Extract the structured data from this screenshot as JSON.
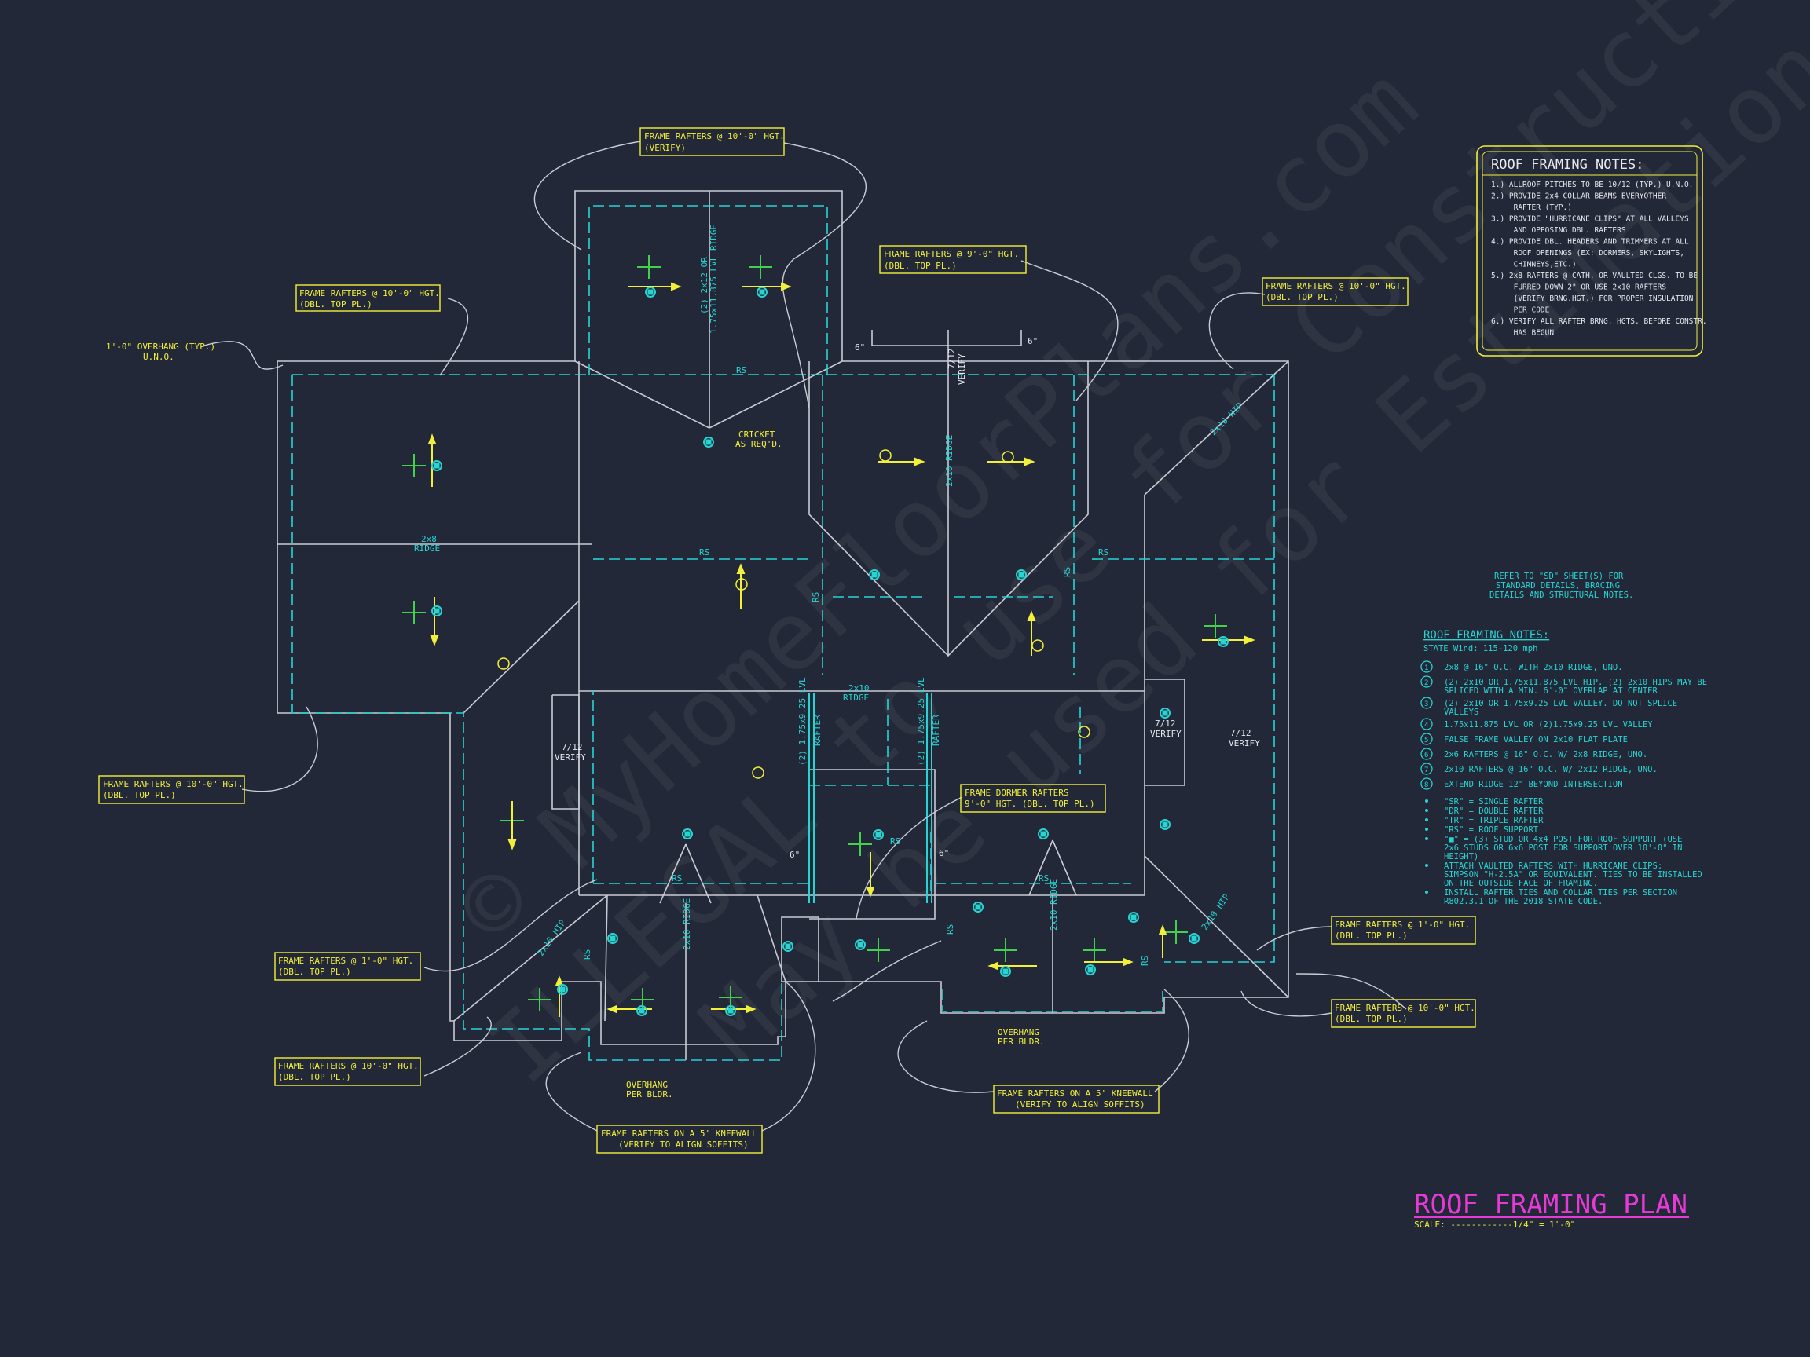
{
  "title": {
    "text": "ROOF FRAMING PLAN",
    "scale": "SCALE: ------------1/4\" = 1'-0\""
  },
  "notes_box": {
    "header": "ROOF FRAMING NOTES:",
    "items": [
      "1.) ALLROOF PITCHES TO BE 10/12 (TYP.) U.N.O.",
      "2.) PROVIDE 2x4 COLLAR BEAMS EVERYOTHER",
      "     RAFTER (TYP.)",
      "3.) PROVIDE \"HURRICANE CLIPS\" AT ALL VALLEYS",
      "     AND OPPOSING DBL. RAFTERS",
      "4.) PROVIDE DBL. HEADERS AND TRIMMERS AT ALL",
      "     ROOF OPENINGS (EX: DORMERS, SKYLIGHTS,",
      "     CHIMNEYS,ETC.)",
      "5.) 2x8 RAFTERS @ CATH. OR VAULTED CLGS. TO BE",
      "     FURRED DOWN 2\" OR USE 2x10 RAFTERS",
      "     (VERIFY BRNG.HGT.) FOR PROPER INSULATION",
      "     PER CODE",
      "6.) VERIFY ALL RAFTER BRNG. HGTS. BEFORE CONSTR.",
      "     HAS BEGUN"
    ]
  },
  "refer_note": [
    "REFER TO \"SD\" SHEET(S) FOR",
    "STANDARD DETAILS, BRACING",
    "DETAILS AND STRUCTURAL NOTES."
  ],
  "cyan_notes": {
    "header": "ROOF FRAMING NOTES:",
    "wind": "STATE Wind: 115-120 mph",
    "numbered": [
      {
        "n": "1",
        "lines": [
          "2x8 @ 16\" O.C. WITH 2x10 RIDGE, UNO."
        ]
      },
      {
        "n": "2",
        "lines": [
          "(2) 2x10 OR 1.75x11.875 LVL HIP. (2) 2x10 HIPS MAY BE",
          "SPLICED WITH A MIN. 6'-0\" OVERLAP AT CENTER"
        ]
      },
      {
        "n": "3",
        "lines": [
          "(2) 2x10 OR 1.75x9.25 LVL VALLEY. DO NOT SPLICE",
          "VALLEYS"
        ]
      },
      {
        "n": "4",
        "lines": [
          "1.75x11.875 LVL OR (2)1.75x9.25 LVL VALLEY"
        ]
      },
      {
        "n": "5",
        "lines": [
          "FALSE FRAME VALLEY ON 2x10 FLAT PLATE"
        ]
      },
      {
        "n": "6",
        "lines": [
          "2x6 RAFTERS @ 16\" O.C. W/ 2x8 RIDGE, UNO."
        ]
      },
      {
        "n": "7",
        "lines": [
          "2x10 RAFTERS @ 16\" O.C. W/ 2x12 RIDGE, UNO."
        ]
      },
      {
        "n": "8",
        "lines": [
          "EXTEND RIDGE 12\" BEYOND INTERSECTION"
        ]
      }
    ],
    "bullets": [
      [
        "\"SR\" = SINGLE RAFTER"
      ],
      [
        "\"DR\" = DOUBLE RAFTER"
      ],
      [
        "\"TR\" = TRIPLE RAFTER"
      ],
      [
        "\"RS\" = ROOF SUPPORT"
      ],
      [
        "\"■\" = (3) STUD OR 4x4 POST FOR ROOF SUPPORT (USE",
        "2x6 STUDS OR 6x6 POST FOR SUPPORT OVER 10'-0\" IN",
        "HEIGHT)"
      ],
      [
        "ATTACH VAULTED RAFTERS WITH HURRICANE CLIPS:",
        "SIMPSON \"H-2.5A\" OR EQUIVALENT. TIES TO BE INSTALLED",
        "ON THE OUTSIDE FACE OF FRAMING."
      ],
      [
        "INSTALL RAFTER TIES AND COLLAR TIES PER SECTION",
        "R802.3.1 OF THE 2018 STATE CODE."
      ]
    ]
  },
  "callouts": {
    "top_center": [
      "FRAME RAFTERS @ 10'-0\" HGT.",
      "(VERIFY)"
    ],
    "top_left": [
      "FRAME RAFTERS @ 10'-0\" HGT.",
      "(DBL. TOP PL.)"
    ],
    "center_9ft": [
      "FRAME RAFTERS @ 9'-0\" HGT.",
      "(DBL. TOP PL.)"
    ],
    "top_right": [
      "FRAME RAFTERS @ 10'-0\" HGT.",
      "(DBL. TOP PL.)"
    ],
    "left_mid": [
      "FRAME RAFTERS @ 10'-0\" HGT.",
      "(DBL. TOP PL.)"
    ],
    "dormer": [
      "FRAME DORMER RAFTERS",
      "9'-0\" HGT. (DBL. TOP PL.)"
    ],
    "bottom_left_1": [
      "FRAME RAFTERS @ 1'-0\" HGT.",
      "(DBL. TOP PL.)"
    ],
    "bottom_left_2": [
      "FRAME RAFTERS @ 10'-0\" HGT.",
      "(DBL. TOP PL.)"
    ],
    "kneewall_left": [
      "FRAME RAFTERS ON A 5' KNEEWALL",
      "(VERIFY TO ALIGN SOFFITS)"
    ],
    "kneewall_right": [
      "FRAME RAFTERS ON A 5' KNEEWALL",
      "(VERIFY TO ALIGN SOFFITS)"
    ],
    "right_1ft": [
      "FRAME RAFTERS @ 1'-0\" HGT.",
      "(DBL. TOP PL.)"
    ],
    "right_10ft": [
      "FRAME RAFTERS @ 10'-0\" HGT.",
      "(DBL. TOP PL.)"
    ]
  },
  "plan_labels": {
    "overhang_typ": [
      "1'-0\" OVERHANG (TYP.)",
      "U.N.O."
    ],
    "cricket": [
      "CRICKET",
      "AS REQ'D."
    ],
    "ridge_2x8": [
      "2x8",
      "RIDGE"
    ],
    "ridge_2x10_center": [
      "2x10",
      "RIDGE"
    ],
    "ridge_vert_2x10": "2x10 RIDGE",
    "lvl_ridge": [
      "(2) 2x12 OR",
      "1.75x11.875 LVL RIDGE"
    ],
    "lvl_rafter_left": [
      "(2) 1.75x9.25 LVL",
      "RAFTER"
    ],
    "lvl_rafter_right": [
      "(2) 1.75x9.25 LVL",
      "RAFTER"
    ],
    "verify_left": [
      "7/12",
      "VERIFY"
    ],
    "verify_right": [
      "7/12",
      "VERIFY"
    ],
    "verify_far_right": [
      "7/12",
      "VERIFY"
    ],
    "verify_top": [
      "7/12",
      "VERIFY"
    ],
    "overhang_per_bldr_left": [
      "OVERHANG",
      "PER BLDR."
    ],
    "overhang_per_bldr_right": [
      "OVERHANG",
      "PER BLDR."
    ],
    "rs": "RS",
    "hip_2x10": "2x10 HIP",
    "dim_6": "6\"",
    "ridge_2x10_vert": "2x10 RIDGE"
  },
  "watermark": [
    "© MyHomeFloorPlans.com",
    "ILLEGAL to use for Construction",
    "May be used for Estimations"
  ],
  "colors": {
    "background": "#232838",
    "linework": "#c9ccd6",
    "cyan": "#28d4d2",
    "yellow": "#f1ef3a",
    "green": "#3fd24a",
    "magenta": "#e63ad6"
  }
}
